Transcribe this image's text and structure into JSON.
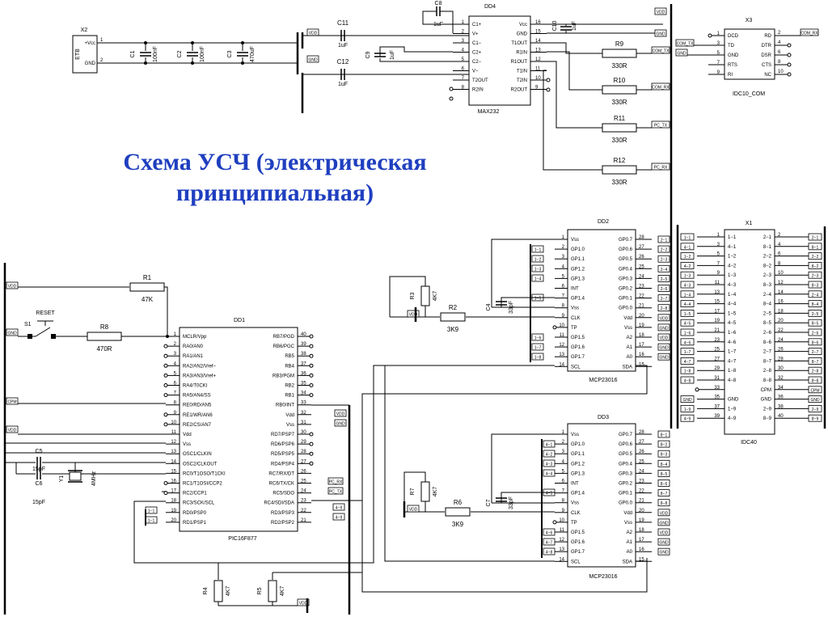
{
  "title": {
    "line1": "Схема УСЧ (электрическая",
    "line2": "принципиальная)"
  },
  "components": {
    "x2": {
      "ref": "X2",
      "label": "ETB",
      "pins": [
        {
          "num": "1",
          "name": "+Vcc"
        },
        {
          "num": "2",
          "name": "GND"
        }
      ]
    },
    "c1": {
      "ref": "C1",
      "value": "100nF"
    },
    "c2": {
      "ref": "C2",
      "value": "100nF"
    },
    "c3": {
      "ref": "C3",
      "value": "470uF"
    },
    "c8": {
      "ref": "C8",
      "value": "1uF"
    },
    "c9": {
      "ref": "C9",
      "value": "1uF"
    },
    "c10": {
      "ref": "C10",
      "value": "1uF"
    },
    "c11": {
      "ref": "C11",
      "value": "1uF"
    },
    "c12": {
      "ref": "C12",
      "value": "1uF"
    },
    "dd4": {
      "ref": "DD4",
      "part": "MAX232",
      "left": [
        {
          "num": "1",
          "name": "C1+"
        },
        {
          "num": "2",
          "name": "V+"
        },
        {
          "num": "3",
          "name": "C1−"
        },
        {
          "num": "4",
          "name": "C2+"
        },
        {
          "num": "5",
          "name": "C2−"
        },
        {
          "num": "6",
          "name": "V−"
        },
        {
          "num": "7",
          "name": "T2OUT"
        },
        {
          "num": "8",
          "name": "R2IN"
        }
      ],
      "right": [
        {
          "num": "16",
          "name": "Vcc"
        },
        {
          "num": "15",
          "name": "GND"
        },
        {
          "num": "14",
          "name": "T1OUT"
        },
        {
          "num": "13",
          "name": "R1IN"
        },
        {
          "num": "12",
          "name": "R1OUT"
        },
        {
          "num": "11",
          "name": "T1IN"
        },
        {
          "num": "10",
          "name": "T2IN"
        },
        {
          "num": "9",
          "name": "R2OUT"
        }
      ]
    },
    "r9": {
      "ref": "R9",
      "value": "330R"
    },
    "r10": {
      "ref": "R10",
      "value": "330R"
    },
    "r11": {
      "ref": "R11",
      "value": "330R"
    },
    "r12": {
      "ref": "R12",
      "value": "330R"
    },
    "x3": {
      "ref": "X3",
      "part": "IDC10_COM",
      "left": [
        {
          "num": "1",
          "name": "DCD"
        },
        {
          "num": "3",
          "name": "TD"
        },
        {
          "num": "5",
          "name": "GND"
        },
        {
          "num": "7",
          "name": "RTS"
        },
        {
          "num": "9",
          "name": "RI"
        }
      ],
      "right": [
        {
          "num": "2",
          "name": "RD"
        },
        {
          "num": "4",
          "name": "DTR"
        },
        {
          "num": "6",
          "name": "DSR"
        },
        {
          "num": "8",
          "name": "CTS"
        },
        {
          "num": "10",
          "name": "NC"
        }
      ]
    },
    "r1": {
      "ref": "R1",
      "value": "47K"
    },
    "r8": {
      "ref": "R8",
      "value": "470R"
    },
    "s1": {
      "ref": "S1",
      "label": "RESET"
    },
    "c5": {
      "ref": "C5",
      "value": "15pF"
    },
    "c6": {
      "ref": "C6",
      "value": "15pF"
    },
    "y1": {
      "ref": "Y1",
      "value": "4MHz"
    },
    "dd1": {
      "ref": "DD1",
      "part": "PIC16F877",
      "left": [
        {
          "num": "1",
          "name": "MCLR/Vpp"
        },
        {
          "num": "2",
          "name": "RA0/AN0"
        },
        {
          "num": "3",
          "name": "RA1/AN1"
        },
        {
          "num": "4",
          "name": "RA2/AN2/Vref−"
        },
        {
          "num": "5",
          "name": "RA3/AN3/Vref+"
        },
        {
          "num": "6",
          "name": "RA4/T0CKI"
        },
        {
          "num": "7",
          "name": "RA5/AN4/SS"
        },
        {
          "num": "8",
          "name": "RE0/RD/AN5"
        },
        {
          "num": "9",
          "name": "RE1/WR/AN6"
        },
        {
          "num": "10",
          "name": "RE2/CS/AN7"
        },
        {
          "num": "11",
          "name": "Vdd"
        },
        {
          "num": "12",
          "name": "Vss"
        },
        {
          "num": "13",
          "name": "OSC1/CLKIN"
        },
        {
          "num": "14",
          "name": "OSC2/CLKOUT"
        },
        {
          "num": "15",
          "name": "RC0/T1OSO/T1CKI"
        },
        {
          "num": "16",
          "name": "RC1/T1OSI/CCP2"
        },
        {
          "num": "17",
          "name": "RC2/CCP1"
        },
        {
          "num": "18",
          "name": "RC3/SCK/SCL"
        },
        {
          "num": "19",
          "name": "RD0/PSP0"
        },
        {
          "num": "20",
          "name": "RD1/PSP1"
        }
      ],
      "right": [
        {
          "num": "40",
          "name": "RB7/PGD"
        },
        {
          "num": "39",
          "name": "RB6/PGC"
        },
        {
          "num": "38",
          "name": "RB5"
        },
        {
          "num": "37",
          "name": "RB4"
        },
        {
          "num": "36",
          "name": "RB3/PGM"
        },
        {
          "num": "35",
          "name": "RB2"
        },
        {
          "num": "34",
          "name": "RB1"
        },
        {
          "num": "33",
          "name": "RB0/INT"
        },
        {
          "num": "32",
          "name": "Vdd"
        },
        {
          "num": "31",
          "name": "Vss"
        },
        {
          "num": "30",
          "name": "RD7/PSP7"
        },
        {
          "num": "29",
          "name": "RD6/PSP6"
        },
        {
          "num": "28",
          "name": "RD5/PSP5"
        },
        {
          "num": "27",
          "name": "RD4/PSP4"
        },
        {
          "num": "26",
          "name": "RC7/RX/DT"
        },
        {
          "num": "25",
          "name": "RC6/TX/CK"
        },
        {
          "num": "24",
          "name": "RC5/SDO"
        },
        {
          "num": "23",
          "name": "RC4/SDI/SDA"
        },
        {
          "num": "22",
          "name": "RD3/PSP3"
        },
        {
          "num": "21",
          "name": "RD2/PSP2"
        }
      ]
    },
    "dd2": {
      "ref": "DD2",
      "part": "MCP23016"
    },
    "dd3": {
      "ref": "DD3",
      "part": "MCP23016"
    },
    "mcp_left": [
      {
        "num": "1",
        "name": "Vss"
      },
      {
        "num": "2",
        "name": "GP1.0"
      },
      {
        "num": "3",
        "name": "GP1.1"
      },
      {
        "num": "4",
        "name": "GP1.2"
      },
      {
        "num": "5",
        "name": "GP1.3"
      },
      {
        "num": "6",
        "name": "INT"
      },
      {
        "num": "7",
        "name": "GP1.4"
      },
      {
        "num": "8",
        "name": "Vss"
      },
      {
        "num": "9",
        "name": "CLK"
      },
      {
        "num": "10",
        "name": "TP"
      },
      {
        "num": "11",
        "name": "GP1.5"
      },
      {
        "num": "12",
        "name": "GP1.6"
      },
      {
        "num": "13",
        "name": "GP1.7"
      },
      {
        "num": "14",
        "name": "SCL"
      }
    ],
    "mcp_right": [
      {
        "num": "28",
        "name": "GP0.7"
      },
      {
        "num": "27",
        "name": "GP0.6"
      },
      {
        "num": "26",
        "name": "GP0.5"
      },
      {
        "num": "25",
        "name": "GP0.4"
      },
      {
        "num": "24",
        "name": "GP0.3"
      },
      {
        "num": "23",
        "name": "GP0.2"
      },
      {
        "num": "22",
        "name": "GP0.1"
      },
      {
        "num": "21",
        "name": "GP0.0"
      },
      {
        "num": "20",
        "name": "Vdd"
      },
      {
        "num": "19",
        "name": "Vss"
      },
      {
        "num": "18",
        "name": "A2"
      },
      {
        "num": "17",
        "name": "A1"
      },
      {
        "num": "16",
        "name": "A0"
      },
      {
        "num": "15",
        "name": "SDA"
      }
    ],
    "r2": {
      "ref": "R2",
      "value": "3K9"
    },
    "r3": {
      "ref": "R3",
      "value": "4K7"
    },
    "c4": {
      "ref": "C4",
      "value": "33pF"
    },
    "r6": {
      "ref": "R6",
      "value": "3K9"
    },
    "r7": {
      "ref": "R7",
      "value": "4K7"
    },
    "c7": {
      "ref": "C7",
      "value": "33pF"
    },
    "r4": {
      "ref": "R4",
      "value": "4K7"
    },
    "r5": {
      "ref": "R5",
      "value": "4K7"
    },
    "x1": {
      "ref": "X1",
      "part": "IDC40",
      "left": [
        {
          "num": "1",
          "name": "1−1"
        },
        {
          "num": "3",
          "name": "4−1"
        },
        {
          "num": "5",
          "name": "1−2"
        },
        {
          "num": "7",
          "name": "4−2"
        },
        {
          "num": "9",
          "name": "1−3"
        },
        {
          "num": "11",
          "name": "4−3"
        },
        {
          "num": "13",
          "name": "1−4"
        },
        {
          "num": "15",
          "name": "4−4"
        },
        {
          "num": "17",
          "name": "1−5"
        },
        {
          "num": "19",
          "name": "4−5"
        },
        {
          "num": "21",
          "name": "1−6"
        },
        {
          "num": "23",
          "name": "4−6"
        },
        {
          "num": "25",
          "name": "1−7"
        },
        {
          "num": "27",
          "name": "4−7"
        },
        {
          "num": "29",
          "name": "1−8"
        },
        {
          "num": "31",
          "name": "4−8"
        },
        {
          "num": "33",
          "name": ""
        },
        {
          "num": "35",
          "name": "GND"
        },
        {
          "num": "37",
          "name": "1−9"
        },
        {
          "num": "39",
          "name": "4−9"
        }
      ],
      "right": [
        {
          "num": "2",
          "name": "2−1"
        },
        {
          "num": "4",
          "name": "8−1"
        },
        {
          "num": "6",
          "name": "2−2"
        },
        {
          "num": "8",
          "name": "8−2"
        },
        {
          "num": "10",
          "name": "2−3"
        },
        {
          "num": "12",
          "name": "8−3"
        },
        {
          "num": "14",
          "name": "2−4"
        },
        {
          "num": "16",
          "name": "8−4"
        },
        {
          "num": "18",
          "name": "2−5"
        },
        {
          "num": "20",
          "name": "8−5"
        },
        {
          "num": "22",
          "name": "2−6"
        },
        {
          "num": "24",
          "name": "8−6"
        },
        {
          "num": "26",
          "name": "2−7"
        },
        {
          "num": "28",
          "name": "8−7"
        },
        {
          "num": "30",
          "name": "2−8"
        },
        {
          "num": "32",
          "name": "8−8"
        },
        {
          "num": "34",
          "name": "CPM"
        },
        {
          "num": "36",
          "name": "GND"
        },
        {
          "num": "38",
          "name": "2−9"
        },
        {
          "num": "40",
          "name": "8−9"
        }
      ]
    }
  },
  "net_labels": {
    "vdd": "VDD",
    "gnd": "GND",
    "cpm": "CPM",
    "com_tx": "COM_TX",
    "com_rx": "COM_RX",
    "pc_tx": "PC_TX",
    "pc_rx": "PC_RX"
  },
  "port_tags": [
    "1−1",
    "4−1",
    "1−2",
    "4−2",
    "1−3",
    "4−3",
    "1−4",
    "4−4",
    "1−5",
    "4−5",
    "1−6",
    "4−6",
    "1−7",
    "4−7",
    "1−8",
    "4−8",
    "1−9",
    "4−9",
    "2−1",
    "8−1",
    "2−2",
    "8−2",
    "2−3",
    "8−3",
    "2−4",
    "8−4",
    "2−5",
    "8−5",
    "2−6",
    "8−6",
    "2−7",
    "8−7",
    "2−8",
    "8−8",
    "2−9",
    "8−9"
  ]
}
